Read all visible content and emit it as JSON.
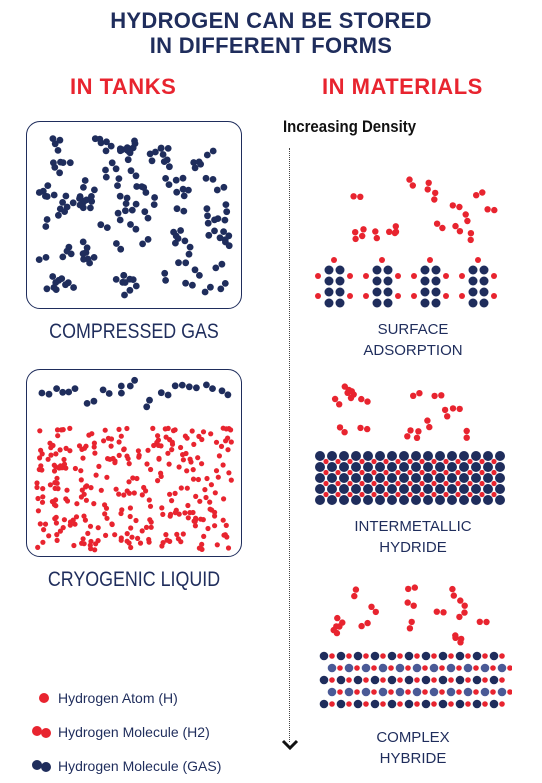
{
  "title": {
    "line1": "HYDROGEN CAN BE STORED",
    "line2": "IN DIFFERENT FORMS"
  },
  "columns": {
    "left": "IN TANKS",
    "right": "IN MATERIALS"
  },
  "axis_label": "Increasing Density",
  "tanks": [
    {
      "label": "COMPRESSED GAS"
    },
    {
      "label": "CRYOGENIC LIQUID"
    }
  ],
  "materials": [
    {
      "line1": "SURFACE",
      "line2": "ADSORPTION"
    },
    {
      "line1": "INTERMETALLIC",
      "line2": "HYDRIDE"
    },
    {
      "line1": "COMPLEX",
      "line2": "HYBRIDE"
    }
  ],
  "legend": [
    {
      "label": "Hydrogen Atom (H)",
      "kind": "atom"
    },
    {
      "label": "Hydrogen Molecule (H2)",
      "kind": "molecule-red"
    },
    {
      "label": "Hydrogen Molecule (GAS)",
      "kind": "molecule-blue"
    }
  ],
  "colors": {
    "red": "#e8242f",
    "navy": "#1f2d5c",
    "slate": "#4a5a96"
  }
}
